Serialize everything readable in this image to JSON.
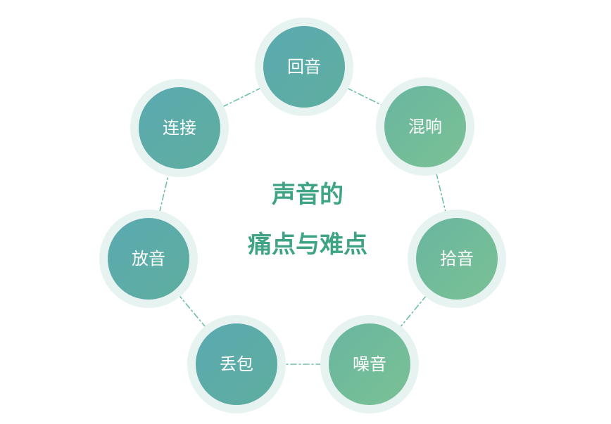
{
  "diagram": {
    "center_lines": [
      "声音的",
      "痛点与难点"
    ],
    "nodes": [
      {
        "label": "回音"
      },
      {
        "label": "混响"
      },
      {
        "label": "拾音"
      },
      {
        "label": "噪音"
      },
      {
        "label": "丢包"
      },
      {
        "label": "放音"
      },
      {
        "label": "连接"
      }
    ],
    "colors": {
      "center_text": "#3fa385",
      "ring": "#e6f3f0",
      "connector": "#6fbfa8",
      "node_teal": "#5aa9b0",
      "node_green": "#72bc98",
      "node_text": "#ffffff"
    }
  }
}
